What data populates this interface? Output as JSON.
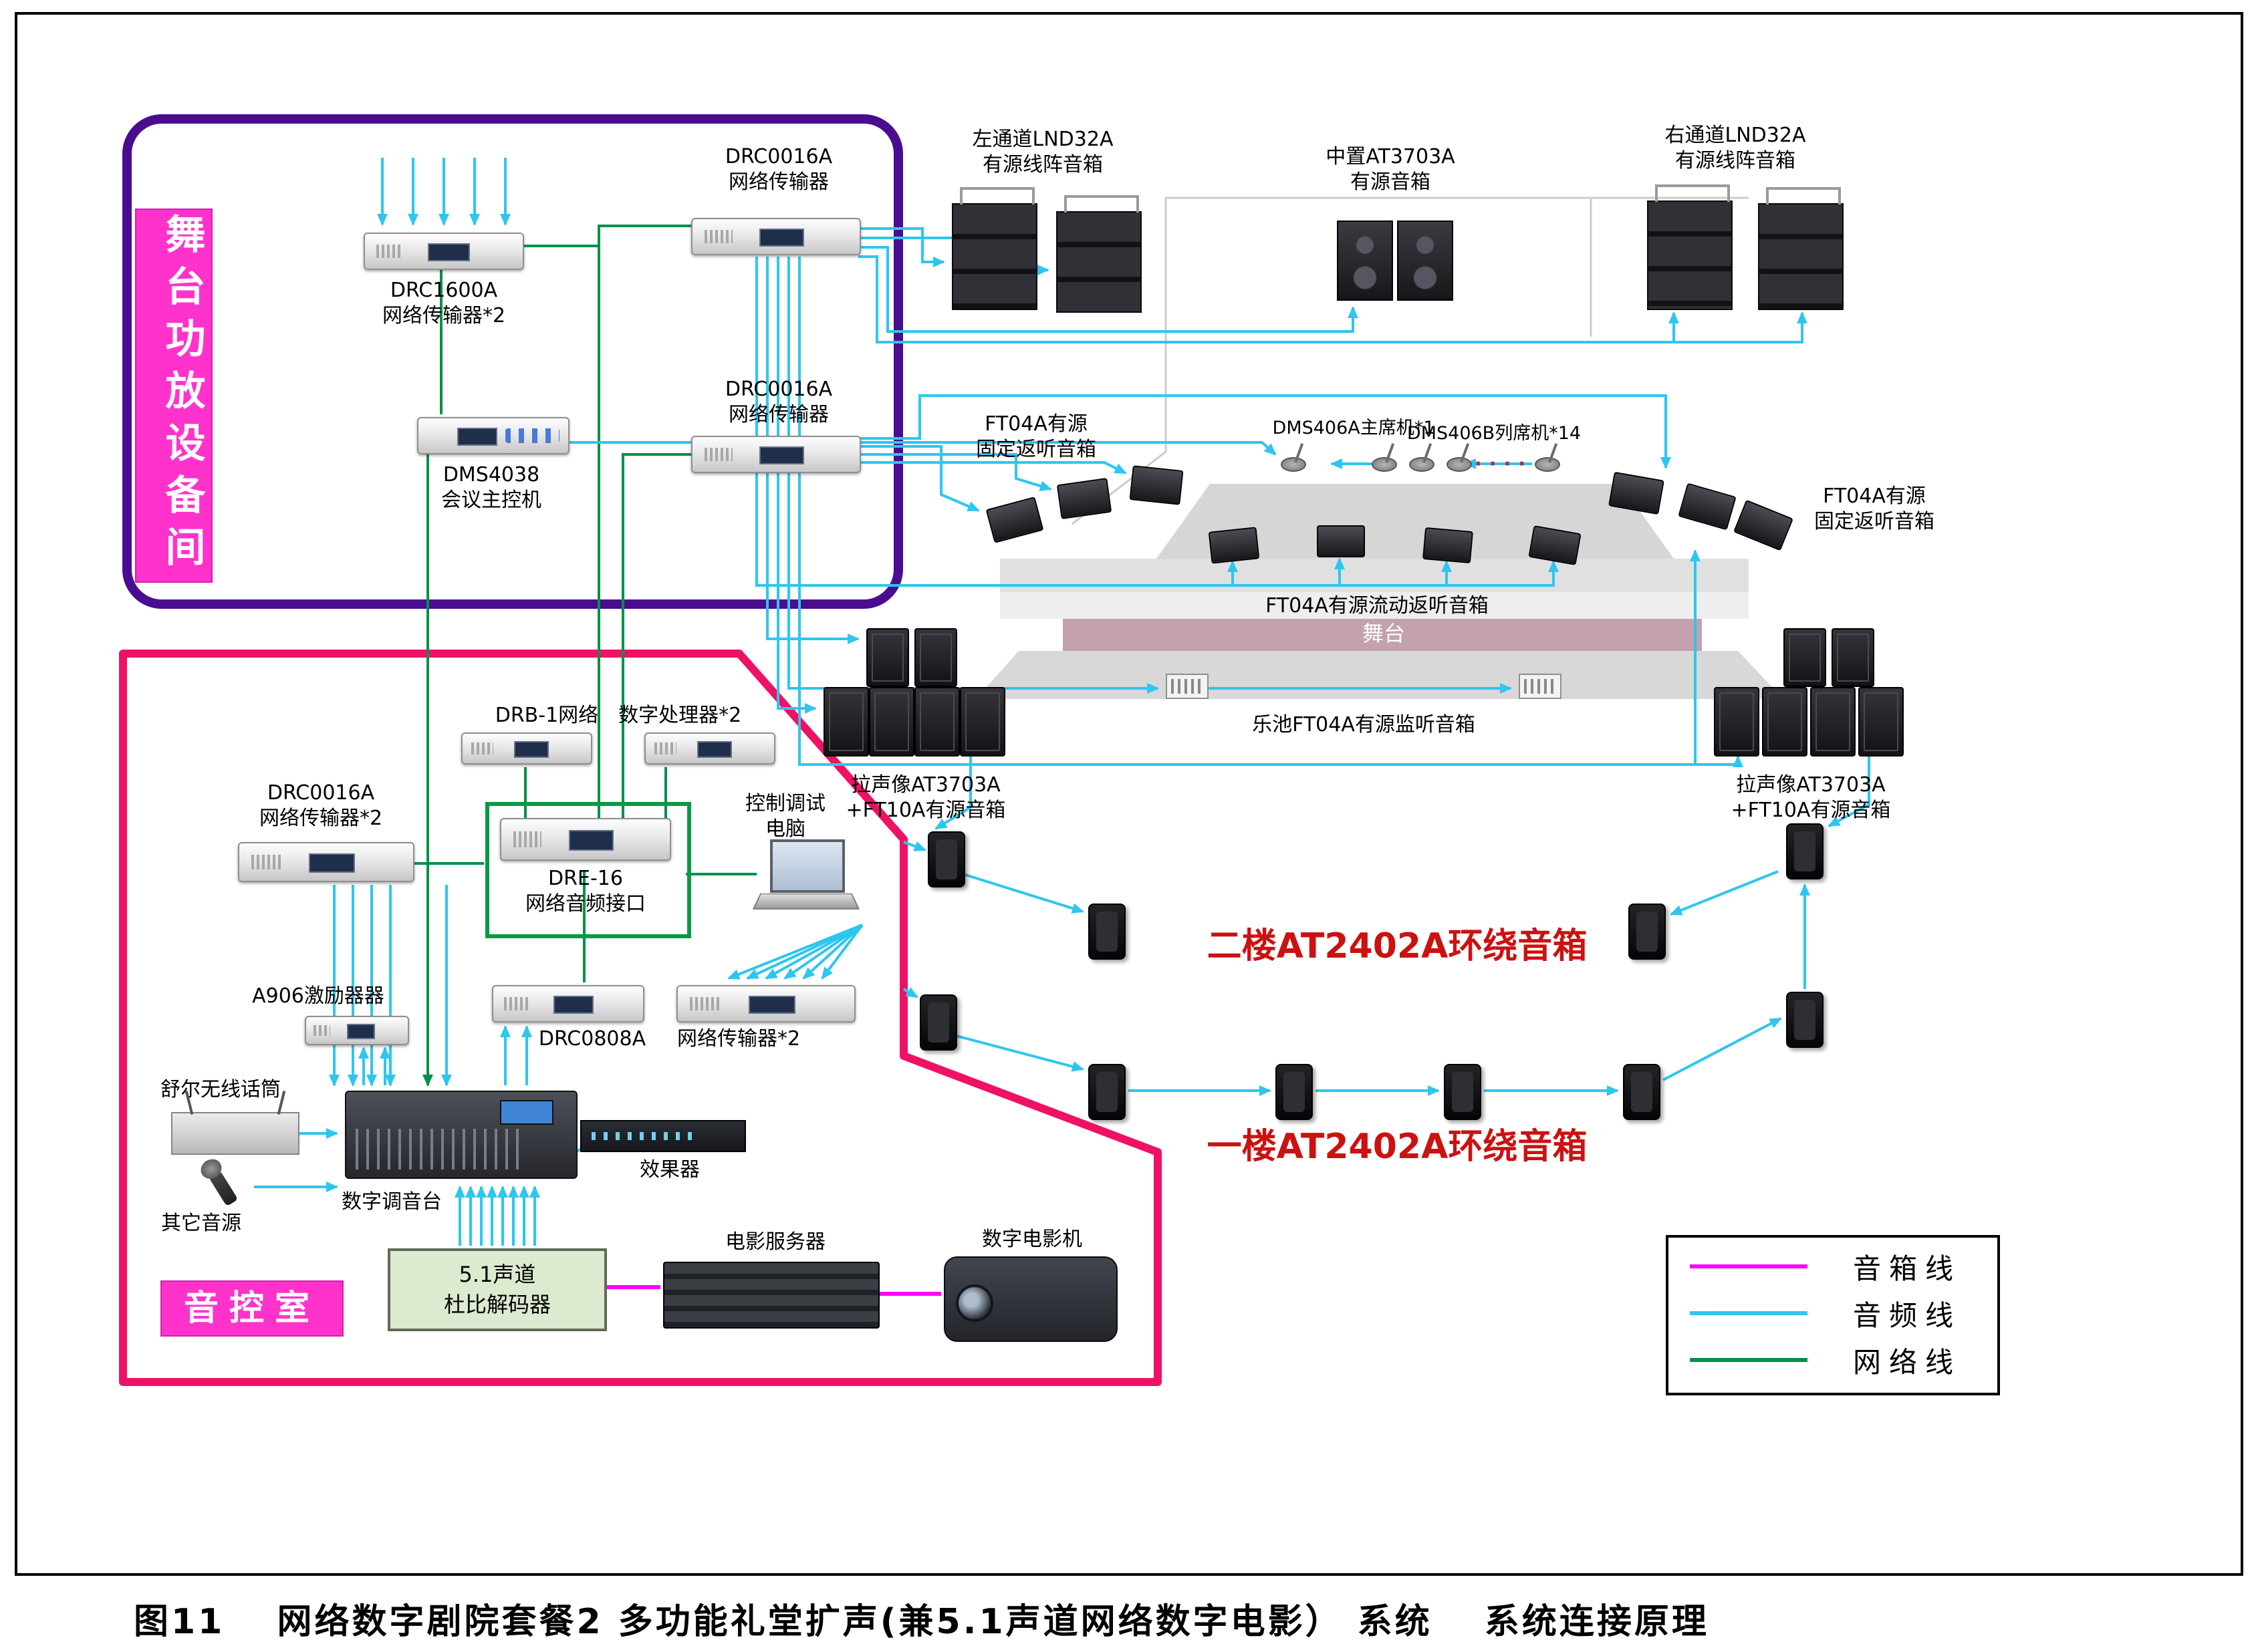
{
  "caption": "图11　 网络数字剧院套餐2 多功能礼堂扩声(兼5.1声道网络数字电影） 系统　 系统连接原理",
  "colors": {
    "audio_line": "#2ec6ee",
    "network_line": "#009148",
    "speaker_line": "#ff00ff",
    "stage_room_border": "#4a0d8f",
    "control_room_border": "#ef1166",
    "room_label_bg": "#ff33cc",
    "surround_label_text": "#cc1111"
  },
  "rooms": {
    "stage_amp": "舞台功放设备间",
    "control": "音控室"
  },
  "labels": {
    "drc1600a": "DRC1600A\n网络传输器*2",
    "drc0016a_top": "DRC0016A\n网络传输器",
    "drc0016a_mid": "DRC0016A\n网络传输器",
    "dms4038": "DMS4038\n会议主控机",
    "left_array": "左通道LND32A\n有源线阵音箱",
    "center_speaker": "中置AT3703A\n有源音箱",
    "right_array": "右通道LND32A\n有源线阵音箱",
    "ft04a_left": "FT04A有源\n固定返听音箱",
    "ft04a_right": "FT04A有源\n固定返听音箱",
    "dms406a": "DMS406A主席机*1",
    "dms406b": "DMS406B列席机*14",
    "mic_dots": "· · · ·",
    "ft04a_mobile": "FT04A有源流动返听音箱",
    "stage": "舞台",
    "pit_monitor": "乐池FT04A有源监听音箱",
    "pull_left": "拉声像AT3703A\n+FT10A有源音箱",
    "pull_right": "拉声像AT3703A\n+FT10A有源音箱",
    "drb1": "DRB-1网络　数字处理器*2",
    "drc0016a_x2": "DRC0016A\n网络传输器*2",
    "dre16": "DRE-16\n网络音频接口",
    "control_pc": "控制调试\n电脑",
    "a906": "A906激励器器",
    "drc0808a": "DRC0808A",
    "net_trans_x2": "网络传输器*2",
    "shure": "舒尔无线话筒",
    "other_source": "其它音源",
    "mixer": "数字调音台",
    "effects": "效果器",
    "dolby": "5.1声道\n杜比解码器",
    "movie_server": "电影服务器",
    "cinema": "数字电影机",
    "floor2": "二楼AT2402A环绕音箱",
    "floor1": "一楼AT2402A环绕音箱"
  },
  "legend": {
    "items": [
      {
        "label": "音箱线",
        "color": "#ff00ff"
      },
      {
        "label": "音频线",
        "color": "#2ec6ee"
      },
      {
        "label": "网络线",
        "color": "#009148"
      }
    ]
  }
}
